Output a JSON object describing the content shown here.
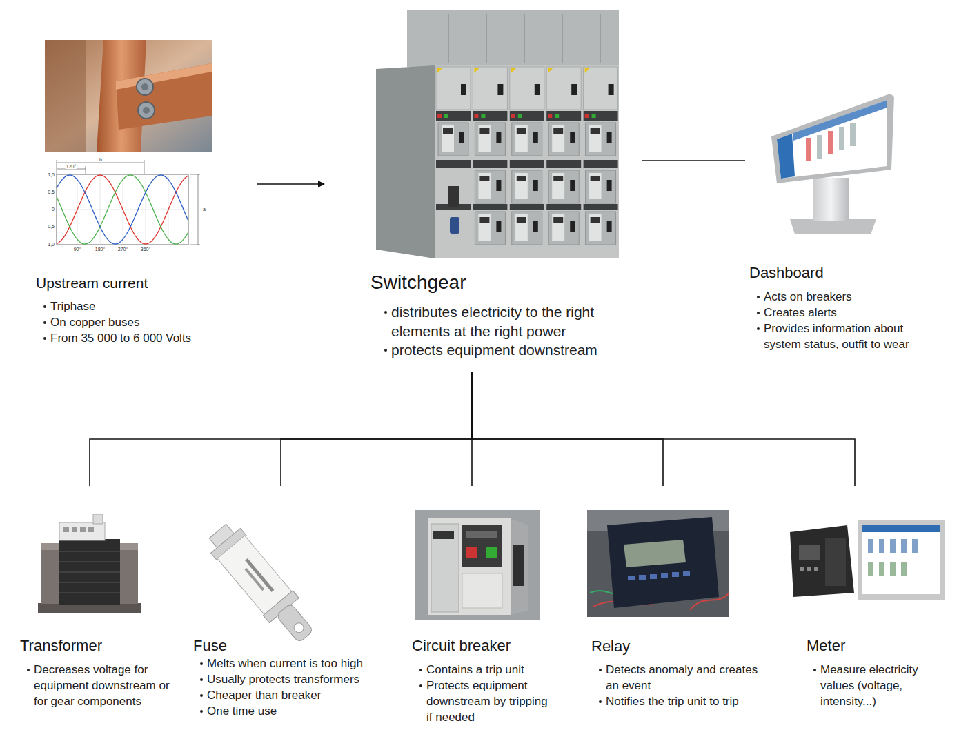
{
  "diagram": {
    "nodes": [
      {
        "text": [
          "Upstream current",
          "Triphase",
          "On copper buses",
          "From 35 000 to 6 000 Volts"
        ]
      },
      {
        "text": [
          "Switchgear",
          "distributes electricity to the right elements at the right power",
          "protects equipment downstream"
        ]
      },
      {
        "text": [
          "Dashboard",
          "Acts on breakers",
          "Creates alerts",
          "Provides information about system status, outfit to wear"
        ]
      },
      {
        "text": [
          "Transformer",
          "Decreases voltage for equipment downstream or for gear components"
        ]
      },
      {
        "text": [
          "Fuse",
          "Melts when current is too high",
          "Usually protects transformers",
          "Cheaper than breaker",
          "One time use"
        ]
      },
      {
        "text": [
          "Circuit breaker",
          "Contains a trip unit",
          "Protects equipment downstream by tripping if needed"
        ]
      },
      {
        "text": [
          "Relay",
          "Detects anomaly and creates an event",
          "Notifies the trip unit to trip"
        ]
      },
      {
        "text": [
          "Meter",
          "Measure electricity values (voltage, intensity...)"
        ]
      }
    ],
    "edges": [
      {
        "from": 0,
        "to": 1,
        "arrow": "to"
      },
      {
        "from": 1,
        "to": 2,
        "arrow": "none"
      },
      {
        "from": 1,
        "to": 3,
        "arrow": "none"
      },
      {
        "from": 1,
        "to": 4,
        "arrow": "none"
      },
      {
        "from": 1,
        "to": 5,
        "arrow": "none"
      },
      {
        "from": 1,
        "to": 6,
        "arrow": "none"
      },
      {
        "from": 1,
        "to": 7,
        "arrow": "none"
      }
    ],
    "labels": [
      "120°",
      "b",
      "a",
      "1,0",
      "0,5",
      "0",
      "-0,5",
      "-1,0",
      "90°",
      "180°",
      "270°",
      "360°"
    ]
  }
}
